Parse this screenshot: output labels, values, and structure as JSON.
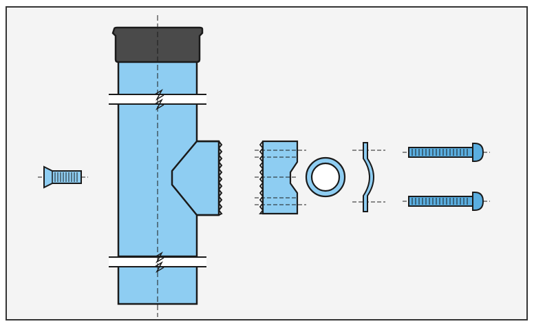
{
  "drawing": {
    "colors": {
      "part_fill": "#8ecdf2",
      "part_fill_dark": "#5aaee0",
      "outline": "#1a1a1a",
      "cap_fill": "#4a4a4a",
      "background": "#f4f4f4",
      "frame": "#333333"
    },
    "parts": [
      {
        "name": "countersunk-screw",
        "icon": "countersunk-screw-icon"
      },
      {
        "name": "pipe-tee",
        "icon": "pipe-tee-icon"
      },
      {
        "name": "end-cap",
        "icon": "end-cap-icon"
      },
      {
        "name": "threaded-coupling",
        "icon": "threaded-coupling-icon"
      },
      {
        "name": "o-ring",
        "icon": "o-ring-icon"
      },
      {
        "name": "spring-clip",
        "icon": "spring-clip-icon"
      },
      {
        "name": "round-head-bolt-upper",
        "icon": "round-head-bolt-icon"
      },
      {
        "name": "round-head-bolt-lower",
        "icon": "round-head-bolt-icon"
      }
    ]
  }
}
